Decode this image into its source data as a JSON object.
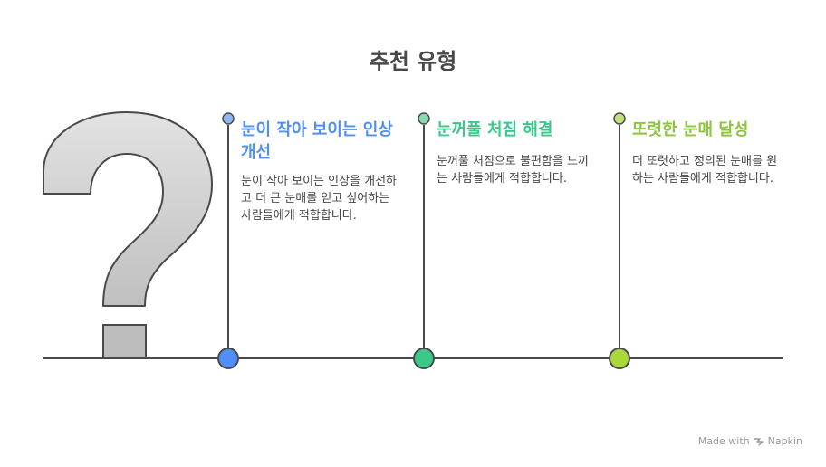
{
  "title": "추천 유형",
  "items": [
    {
      "title": "눈이 작아 보이는 인상 개선",
      "description": "눈이 작아 보이는 인상을 개선하고 더 큰 눈매를 얻고 싶어하는 사람들에게 적합합니다.",
      "color": "#4f8ff7"
    },
    {
      "title": "눈꺼풀 처짐 해결",
      "description": "눈꺼풀 처짐으로 불편함을 느끼는 사람들에게 적합합니다.",
      "color": "#3cc88a"
    },
    {
      "title": "또렷한 눈매 달성",
      "description": "더 또렷하고 정의된 눈매를 원하는 사람들에게 적합합니다.",
      "color": "#8cc63e"
    }
  ],
  "footer": {
    "made_with": "Made with",
    "brand": "Napkin"
  }
}
